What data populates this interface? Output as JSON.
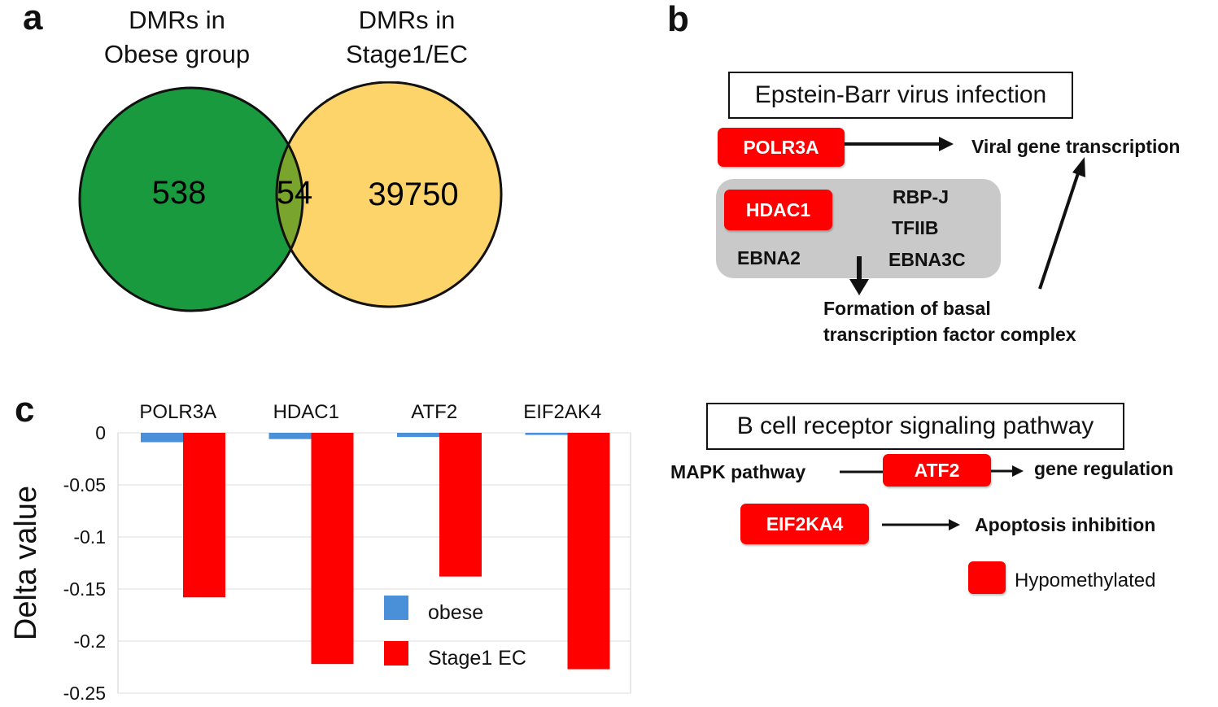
{
  "panel_labels": {
    "a": "a",
    "b": "b",
    "c": "c"
  },
  "venn": {
    "left_title_line1": "DMRs in",
    "left_title_line2": "Obese group",
    "right_title_line1": "DMRs in",
    "right_title_line2": "Stage1/EC",
    "left_only": "538",
    "overlap": "54",
    "right_only": "39750",
    "colors": {
      "left": "#1a9a3e",
      "right": "#fdd46a",
      "overlap": "#7aa52d"
    }
  },
  "pathways": {
    "ebv": {
      "title": "Epstein-Barr virus infection",
      "gene_polr3a": "POLR3A",
      "viral_transcription": "Viral gene transcription",
      "gene_hdac1": "HDAC1",
      "rbpj": "RBP-J",
      "tfiib": "TFIIB",
      "ebna2": "EBNA2",
      "ebna3c": "EBNA3C",
      "formation_line1": "Formation of basal",
      "formation_line2": "transcription factor complex"
    },
    "bcr": {
      "title": "B cell receptor signaling pathway",
      "mapk": "MAPK pathway",
      "gene_atf2": "ATF2",
      "gene_regulation": "gene regulation",
      "gene_eif2ka4": "EIF2KA4",
      "apoptosis": "Apoptosis inhibition"
    },
    "legend_hypomethylated": "Hypomethylated",
    "highlight_color": "#ff0000"
  },
  "chart_data": {
    "type": "bar",
    "categories": [
      "POLR3A",
      "HDAC1",
      "ATF2",
      "EIF2AK4"
    ],
    "series": [
      {
        "name": "obese",
        "color": "#4a90d9",
        "values": [
          -0.009,
          -0.006,
          -0.004,
          -0.002
        ]
      },
      {
        "name": "Stage1 EC",
        "color": "#ff0000",
        "values": [
          -0.158,
          -0.222,
          -0.138,
          -0.227
        ]
      }
    ],
    "ylabel": "Delta value",
    "xlabel": "",
    "ylim": [
      -0.25,
      0
    ],
    "yticks": [
      "0",
      "-0.05",
      "-0.1",
      "-0.15",
      "-0.2",
      "-0.25"
    ],
    "ytick_values": [
      0,
      -0.05,
      -0.1,
      -0.15,
      -0.2,
      -0.25
    ],
    "grid": true,
    "legend_position": "center-right",
    "category_axis_position": "top"
  }
}
